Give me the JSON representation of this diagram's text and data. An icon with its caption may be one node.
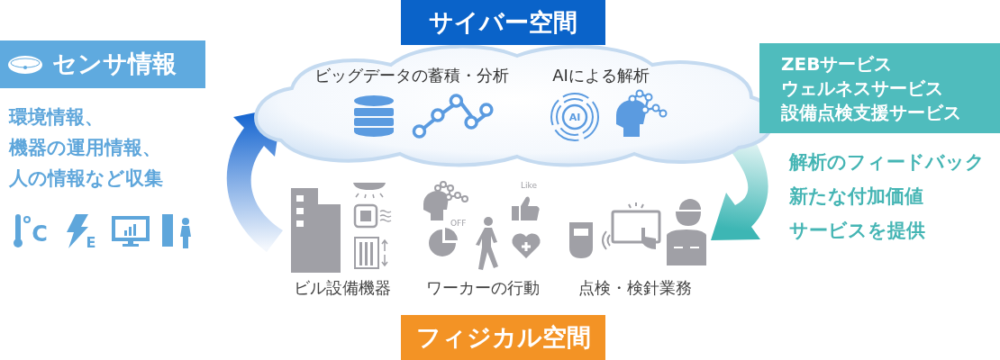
{
  "diagram": {
    "nodes": [
      {
        "text": [
          "サイバー空間"
        ]
      },
      {
        "text": [
          "ビッグデータの蓄積・分析",
          "AIによる解析"
        ]
      },
      {
        "text": [
          "ビル設備機器"
        ]
      },
      {
        "text": [
          "ワーカーの行動"
        ]
      },
      {
        "text": [
          "点検・検針業務"
        ]
      },
      {
        "text": [
          "フィジカル空間"
        ]
      },
      {
        "text": [
          "センサ情報"
        ],
        "beside": [
          "環境情報、",
          "機器の運用情報、",
          "人の情報など収集"
        ]
      },
      {
        "text": [
          "ZEBサービス",
          "ウェルネスサービス",
          "設備点検支援サービス"
        ],
        "beside": [
          "解析のフィードバック",
          "新たな付加価値",
          "サービスを提供"
        ]
      }
    ],
    "edges": [
      {
        "from": 2,
        "to": 1,
        "arrow": "to",
        "style": "thick",
        "color": "#1565d0"
      },
      {
        "from": 1,
        "to": 4,
        "arrow": "to",
        "style": "thick",
        "color": "#3db6b4"
      }
    ],
    "labels": [
      "C",
      "E",
      "AI",
      "Like",
      "OFF"
    ]
  }
}
